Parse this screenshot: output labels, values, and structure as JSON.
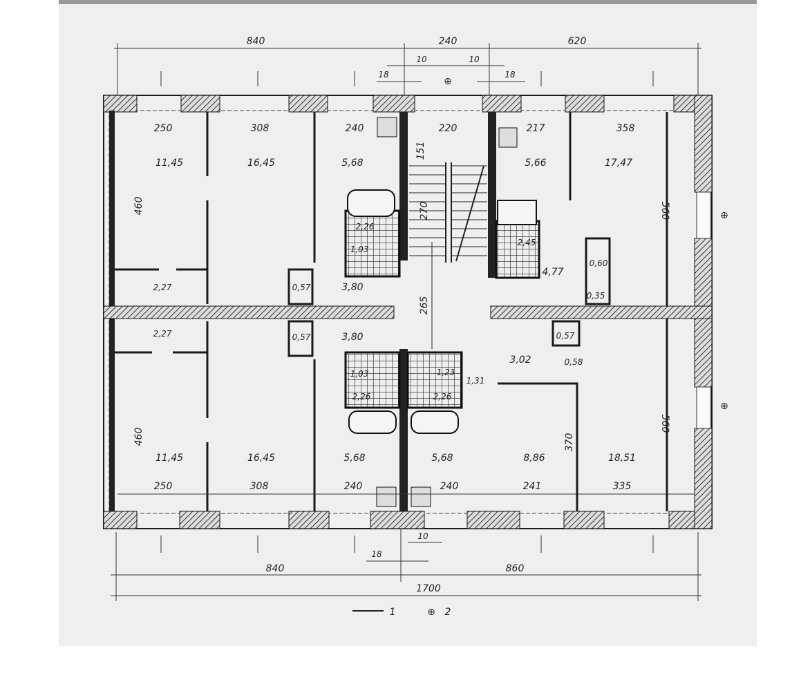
{
  "top_dimensions": {
    "left": "840",
    "middle": "240",
    "right": "620",
    "gap_left": "10",
    "gap_right": "10",
    "wall_left": "18",
    "wall_right": "18"
  },
  "top_room_widths": [
    "250",
    "308",
    "240",
    "220",
    "217",
    "358"
  ],
  "top_room_areas": [
    "11,45",
    "16,45",
    "5,68",
    "5,66",
    "17,47"
  ],
  "bottom_room_widths": [
    "250",
    "308",
    "240",
    "240",
    "241",
    "335"
  ],
  "bottom_room_areas": [
    "11,45",
    "16,45",
    "5,68",
    "5,68",
    "8,86",
    "18,51"
  ],
  "vertical_dimensions": {
    "left_top": "460",
    "stair_top": "151",
    "stair_flight": "270",
    "stair_landing": "265",
    "right_top": "560",
    "left_bottom": "460",
    "room_bottom": "370",
    "right_bottom": "560"
  },
  "small_areas": {
    "bath_tl": "2,26",
    "wc_tl": "1,03",
    "bath_tr": "2,45",
    "hall_tl": "3,80",
    "closet_tl": "0,57",
    "hall_tr": "4,77",
    "closet_tr1": "0,60",
    "closet_tr2": "0,35",
    "store_top": "2,27",
    "store_bottom": "2,27",
    "closet_bl": "0,57",
    "hall_bl": "3,80",
    "closet_br": "0,57",
    "hall_br": "3,02",
    "closet_br2": "0,58",
    "wc_bl": "1,03",
    "wc_bc": "1,23",
    "wc_br": "1,31",
    "bath_bl": "2,26",
    "bath_bc": "2,26"
  },
  "bottom_dimensions": {
    "gap": "10",
    "wall": "18",
    "left": "840",
    "right": "860",
    "total": "1700"
  },
  "legend": {
    "section_label": "1",
    "axis_label": "2"
  }
}
